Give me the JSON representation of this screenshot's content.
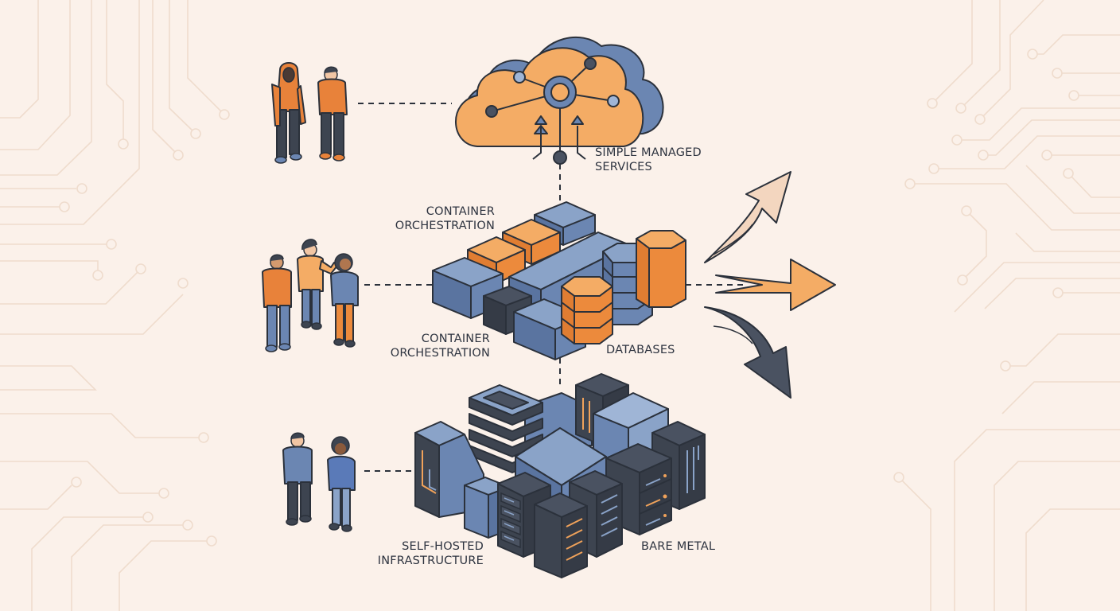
{
  "diagram": {
    "tiers": [
      {
        "id": "managed",
        "label": [
          "SIMPLE MANAGED",
          "SERVICES"
        ],
        "people_count": 2,
        "visual": "cloud-with-network-nodes"
      },
      {
        "id": "orchestration",
        "labels": {
          "top": [
            "CONTAINER",
            "ORCHESTRATION"
          ],
          "bottom": [
            "CONTAINER",
            "ORCHESTRATION"
          ],
          "databases": "DATABASES"
        },
        "people_count": 3,
        "visual": "isometric-containers-and-db-cylinders"
      },
      {
        "id": "self-hosted",
        "labels": {
          "left": [
            "SELF-HOSTED",
            "INFRASTRUCTURE"
          ],
          "right": "BARE METAL"
        },
        "people_count": 2,
        "visual": "isometric-server-racks"
      }
    ],
    "outcome_arrows": [
      {
        "direction": "up",
        "color": "#f3d6bf"
      },
      {
        "direction": "right",
        "color": "#f2a862"
      },
      {
        "direction": "down",
        "color": "#4a5261"
      }
    ],
    "colors": {
      "background": "#fbf1ea",
      "orange": "#f0a25a",
      "deep_orange": "#ec8a3c",
      "blue": "#6b86b2",
      "light_blue": "#8aa3c8",
      "dark": "#3d4450",
      "outline": "#2b313b",
      "circuit": "#efdccd"
    }
  }
}
